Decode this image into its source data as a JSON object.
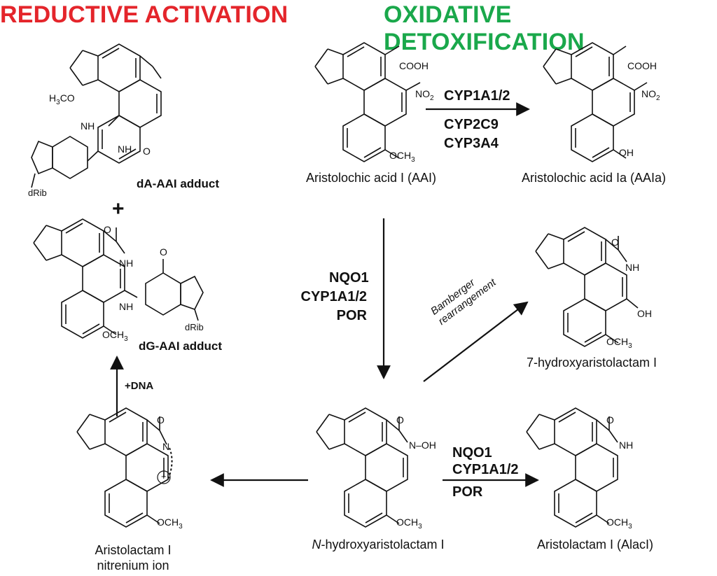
{
  "headers": {
    "left": "REDUCTIVE ACTIVATION",
    "right": "OXIDATIVE DETOXIFICATION"
  },
  "compounds": {
    "aai": "Aristolochic acid I (AAI)",
    "aaia": "Aristolochic acid Ia (AAIa)",
    "hydroxy7": "7-hydroxyaristolactam I",
    "n_hydroxy_prefix": "N",
    "n_hydroxy_rest": "-hydroxyaristolactam I",
    "alacl": "Aristolactam I (AlacI)",
    "nitrenium_line1": "Aristolactam I",
    "nitrenium_line2": "nitrenium ion",
    "da_adduct": "dA-AAI adduct",
    "dg_adduct": "dG-AAI adduct",
    "plus": "+"
  },
  "enzymes": {
    "oxidation_top": "CYP1A1/2",
    "oxidation_bottom": [
      "CYP2C9",
      "CYP3A4"
    ],
    "reduction": [
      "NQO1",
      "CYP1A1/2",
      "POR"
    ],
    "lactam_top": [
      "NQO1",
      "CYP1A1/2"
    ],
    "lactam_bottom": "POR"
  },
  "steps": {
    "dna": "+DNA",
    "bamberger": [
      "Bamberger",
      "rearrangement"
    ]
  },
  "chem_text": {
    "cooh": "COOH",
    "no2_no": "NO",
    "no2_sub": "2",
    "och3_o": "OCH",
    "och3_sub": "3",
    "h3co_h": "H",
    "h3co_sub": "3",
    "h3co_rest": "CO",
    "oh": "OH",
    "nh": "NH",
    "n": "N",
    "n_oh": "N–OH",
    "o": "O",
    "drib": "dRib",
    "plus_circle": "+"
  }
}
